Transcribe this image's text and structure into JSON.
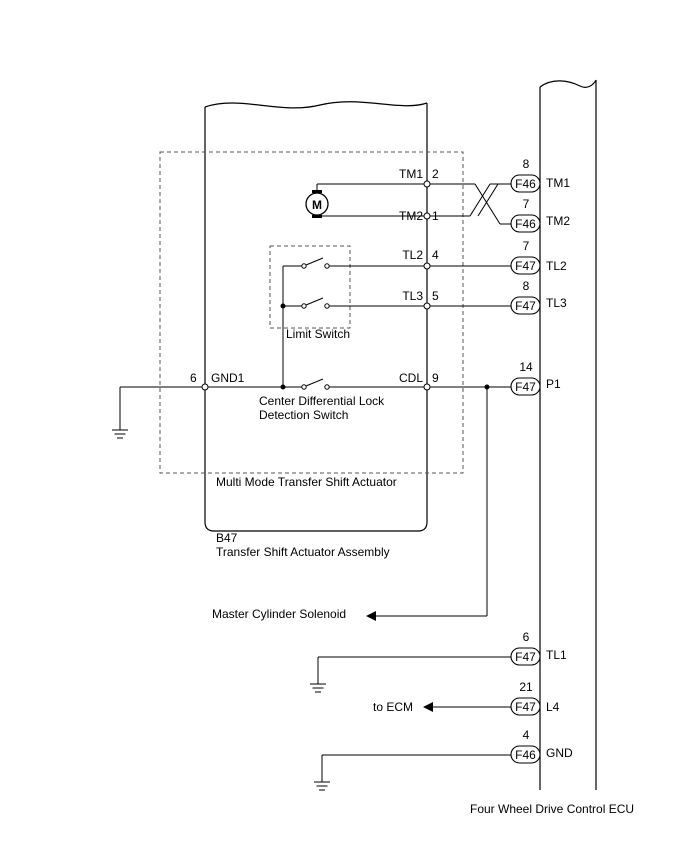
{
  "actuator": {
    "inner_name": "Multi Mode Transfer Shift Actuator",
    "code": "B47",
    "name": "Transfer Shift Actuator Assembly"
  },
  "limit_switch": {
    "label": "Limit Switch"
  },
  "cdl_switch": {
    "line1": "Center Differential Lock",
    "line2": "Detection Switch"
  },
  "motor": {
    "symbol": "M"
  },
  "ecu": {
    "name": "Four Wheel Drive Control ECU"
  },
  "actuator_pins": [
    {
      "num": "2",
      "name": "TM1"
    },
    {
      "num": "1",
      "name": "TM2"
    },
    {
      "num": "4",
      "name": "TL2"
    },
    {
      "num": "5",
      "name": "TL3"
    },
    {
      "num": "9",
      "name": "CDL"
    }
  ],
  "ground_pin": {
    "num": "6",
    "name": "GND1"
  },
  "ecu_terminals": [
    {
      "pin": "8",
      "connector": "F46",
      "name": "TM1"
    },
    {
      "pin": "7",
      "connector": "F46",
      "name": "TM2"
    },
    {
      "pin": "7",
      "connector": "F47",
      "name": "TL2"
    },
    {
      "pin": "8",
      "connector": "F47",
      "name": "TL3"
    },
    {
      "pin": "14",
      "connector": "F47",
      "name": "P1"
    },
    {
      "pin": "6",
      "connector": "F47",
      "name": "TL1"
    },
    {
      "pin": "21",
      "connector": "F47",
      "name": "L4"
    },
    {
      "pin": "4",
      "connector": "F46",
      "name": "GND"
    }
  ],
  "destinations": {
    "master_cylinder": "Master Cylinder Solenoid",
    "ecm": "to ECM"
  }
}
